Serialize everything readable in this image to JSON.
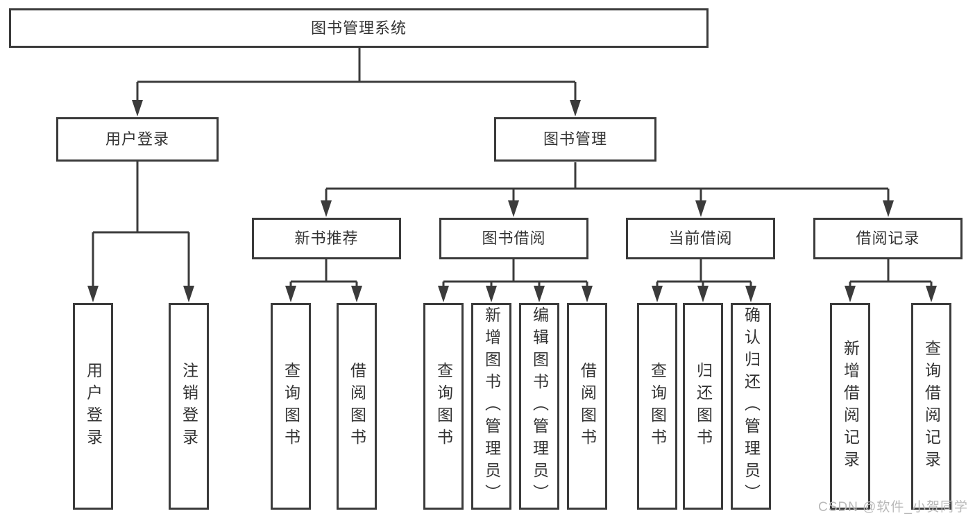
{
  "diagram": {
    "root_label": "图书管理系统",
    "branches": {
      "user_login": {
        "label": "用户登录",
        "children": [
          "用户登录",
          "注销登录"
        ]
      },
      "book_management": {
        "label": "图书管理",
        "groups": [
          {
            "label": "新书推荐",
            "children": [
              "查询图书",
              "借阅图书"
            ]
          },
          {
            "label": "图书借阅",
            "children": [
              "查询图书",
              "新增图书（管理员）",
              "编辑图书（管理员）",
              "借阅图书"
            ]
          },
          {
            "label": "当前借阅",
            "children": [
              "查询图书",
              "归还图书",
              "确认归还（管理员）"
            ]
          },
          {
            "label": "借阅记录",
            "children": [
              "新增借阅记录",
              "查询借阅记录"
            ]
          }
        ]
      }
    }
  },
  "watermark": {
    "text": "CSDN @软件_小贺同学"
  },
  "colors": {
    "line": "#3b3b3b",
    "text": "#333333",
    "node_background": "#ffffff",
    "page_background": "#ffffff",
    "watermark": "#b9b9b9"
  }
}
